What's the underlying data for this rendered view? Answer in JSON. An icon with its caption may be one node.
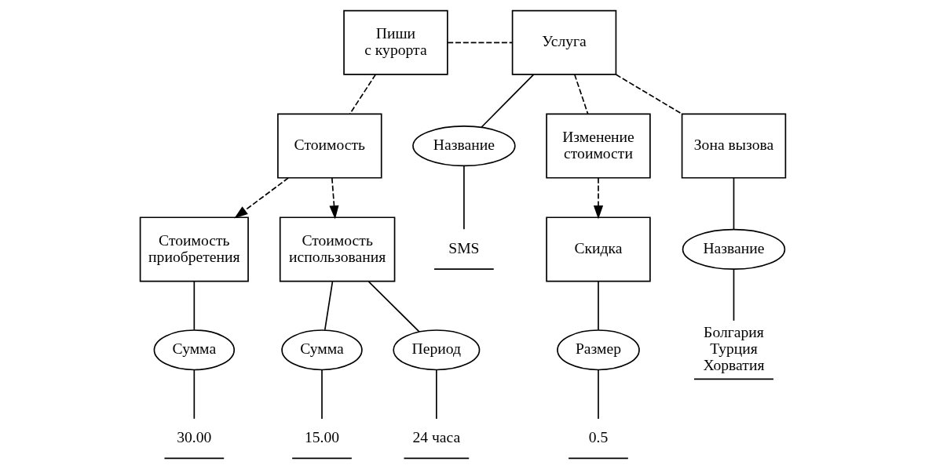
{
  "diagram": {
    "nodes": [
      {
        "text": [
          "Пиши с курорта"
        ]
      },
      {
        "text": [
          "Услуга"
        ]
      },
      {
        "text": [
          "Стоимость"
        ]
      },
      {
        "text": [
          "Название"
        ]
      },
      {
        "text": [
          "Изменение стоимости"
        ]
      },
      {
        "text": [
          "Зона вызова"
        ]
      },
      {
        "text": [
          "Стоимость приобретения"
        ]
      },
      {
        "text": [
          "Стоимость использования"
        ]
      },
      {
        "text": [
          "Скидка"
        ]
      },
      {
        "text": [
          "Название"
        ]
      },
      {
        "text": [
          "Сумма"
        ]
      },
      {
        "text": [
          "Сумма"
        ]
      },
      {
        "text": [
          "Период"
        ]
      },
      {
        "text": [
          "Размер"
        ]
      },
      {
        "text": [
          "SMS"
        ]
      },
      {
        "text": [
          "Болгария",
          "Турция",
          "Хорватия"
        ]
      },
      {
        "text": [
          "30.00"
        ]
      },
      {
        "text": [
          "15.00"
        ]
      },
      {
        "text": [
          "24 часа"
        ]
      },
      {
        "text": [
          "0.5"
        ]
      }
    ],
    "edges": [
      {
        "from": 0,
        "to": 1,
        "arrow": "none",
        "style": "dashed"
      },
      {
        "from": 0,
        "to": 2,
        "arrow": "none",
        "style": "dashed"
      },
      {
        "from": 1,
        "to": 3,
        "arrow": "none"
      },
      {
        "from": 1,
        "to": 4,
        "arrow": "none",
        "style": "dashed"
      },
      {
        "from": 1,
        "to": 5,
        "arrow": "none",
        "style": "dashed"
      },
      {
        "from": 2,
        "to": 6,
        "arrow": "to",
        "style": "dashed"
      },
      {
        "from": 2,
        "to": 7,
        "arrow": "to",
        "style": "dashed"
      },
      {
        "from": 4,
        "to": 8,
        "arrow": "to",
        "style": "dashed"
      },
      {
        "from": 5,
        "to": 9,
        "arrow": "none"
      },
      {
        "from": 3,
        "to": 14,
        "arrow": "none"
      },
      {
        "from": 9,
        "to": 15,
        "arrow": "none"
      },
      {
        "from": 6,
        "to": 10,
        "arrow": "none"
      },
      {
        "from": 7,
        "to": 11,
        "arrow": "none"
      },
      {
        "from": 7,
        "to": 12,
        "arrow": "none"
      },
      {
        "from": 8,
        "to": 13,
        "arrow": "none"
      },
      {
        "from": 10,
        "to": 16,
        "arrow": "none"
      },
      {
        "from": 11,
        "to": 17,
        "arrow": "none"
      },
      {
        "from": 12,
        "to": 18,
        "arrow": "none"
      },
      {
        "from": 13,
        "to": 19,
        "arrow": "none"
      }
    ]
  }
}
